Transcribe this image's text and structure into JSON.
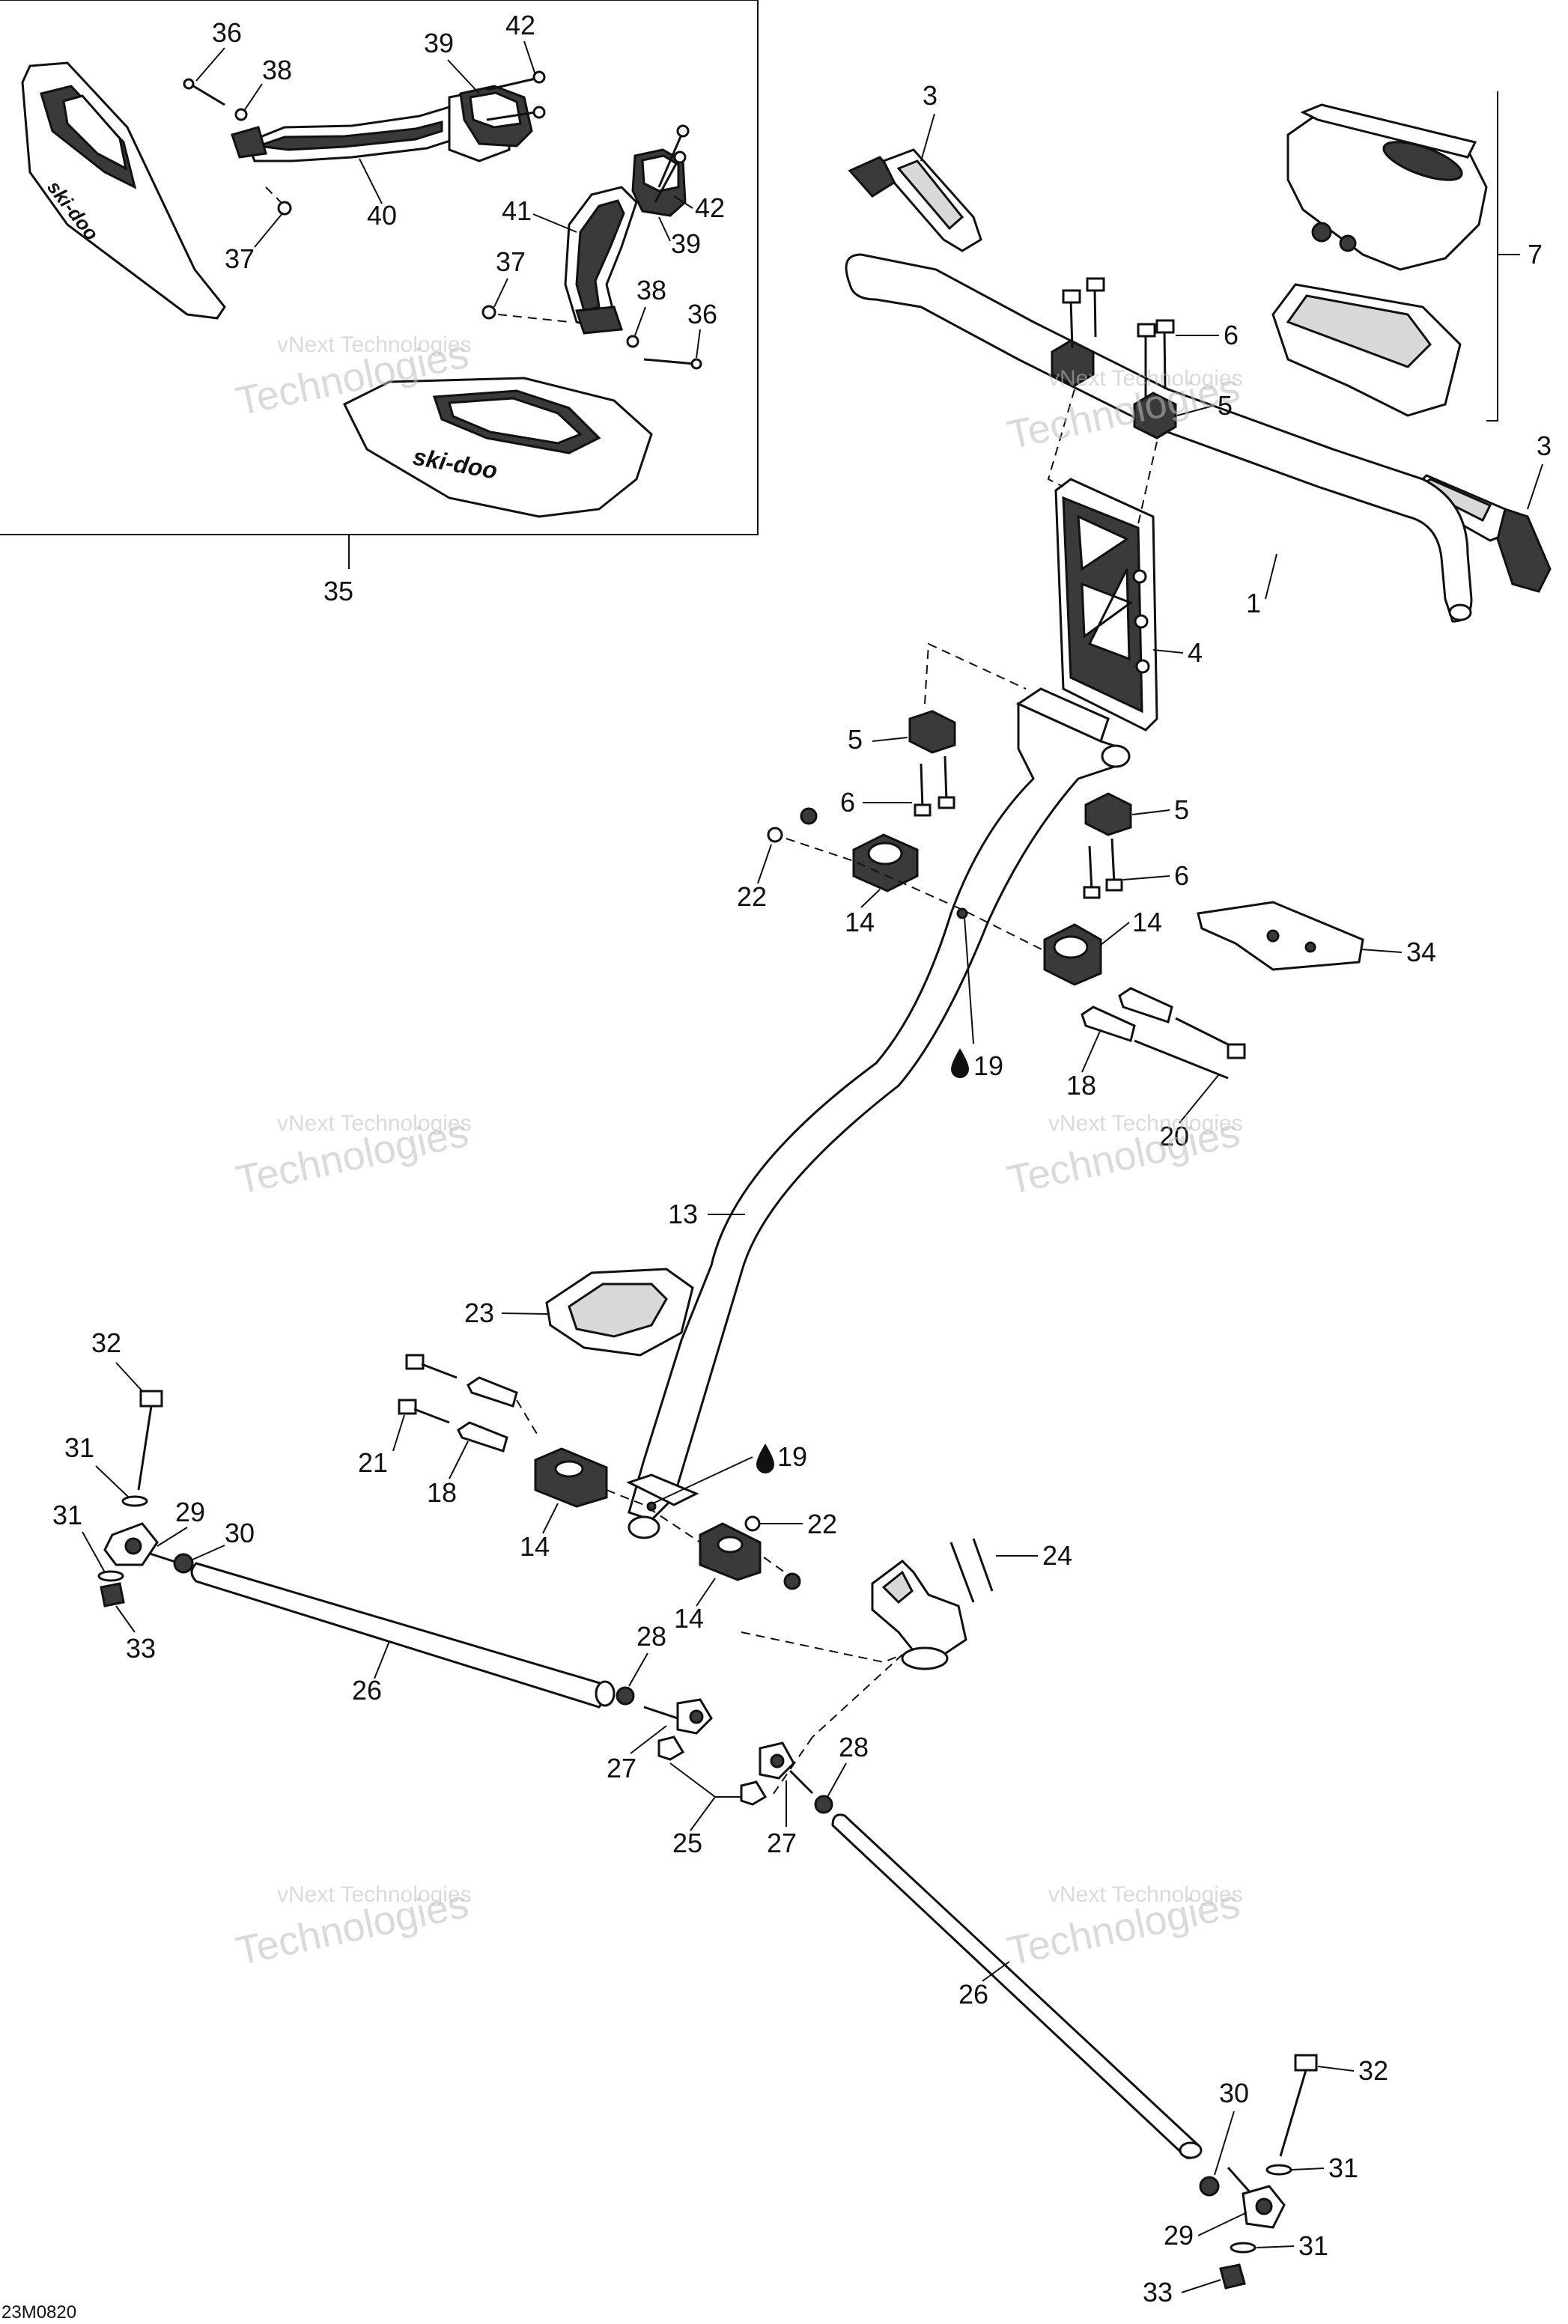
{
  "drawing_code": "23M0820",
  "watermark": {
    "line1": "vNext Technologies",
    "line2": "Technologies"
  },
  "brand_logo": "ski-doo",
  "callouts": {
    "c1": "1",
    "c3a": "3",
    "c3b": "3",
    "c4": "4",
    "c5a": "5",
    "c5b": "5",
    "c5c": "5",
    "c6a": "6",
    "c6b": "6",
    "c6c": "6",
    "c7": "7",
    "c13": "13",
    "c14a": "14",
    "c14b": "14",
    "c14c": "14",
    "c14d": "14",
    "c18a": "18",
    "c18b": "18",
    "c19a": "19",
    "c19b": "19",
    "c20": "20",
    "c21": "21",
    "c22a": "22",
    "c22b": "22",
    "c23": "23",
    "c24": "24",
    "c25": "25",
    "c26a": "26",
    "c26b": "26",
    "c27a": "27",
    "c27b": "27",
    "c28a": "28",
    "c28b": "28",
    "c29a": "29",
    "c29b": "29",
    "c30a": "30",
    "c30b": "30",
    "c31a": "31",
    "c31b": "31",
    "c31c": "31",
    "c31d": "31",
    "c32a": "32",
    "c32b": "32",
    "c33a": "33",
    "c33b": "33",
    "c34": "34",
    "c35": "35",
    "c36a": "36",
    "c36b": "36",
    "c37a": "37",
    "c37b": "37",
    "c38a": "38",
    "c38b": "38",
    "c39a": "39",
    "c39b": "39",
    "c40": "40",
    "c41": "41",
    "c42a": "42",
    "c42b": "42"
  },
  "colors": {
    "line": "#111111",
    "watermark": "#bdbdbd",
    "background": "#ffffff"
  },
  "icons": {
    "oil_drop": "oil-drop-icon"
  }
}
